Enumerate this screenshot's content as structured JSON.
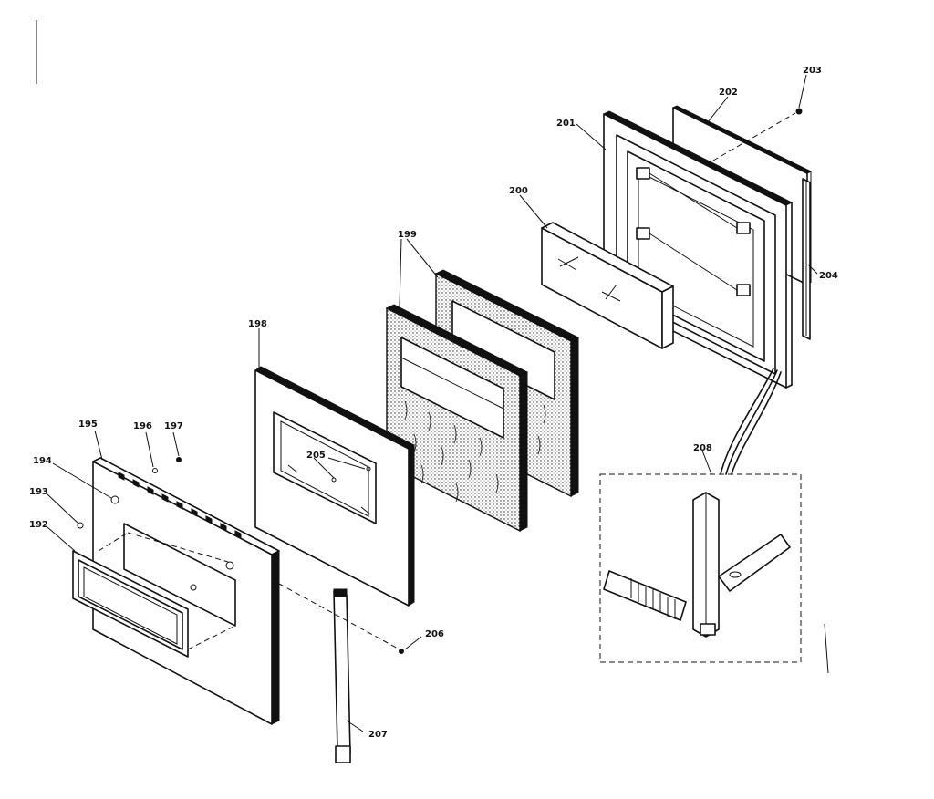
{
  "diagram": {
    "callouts": {
      "p192": "192",
      "p193": "193",
      "p194": "194",
      "p195": "195",
      "p196": "196",
      "p197": "197",
      "p198": "198",
      "p199": "199",
      "p200": "200",
      "p201": "201",
      "p202": "202",
      "p203": "203",
      "p204": "204",
      "p205": "205",
      "p206": "206",
      "p207": "207",
      "p208": "208"
    }
  }
}
